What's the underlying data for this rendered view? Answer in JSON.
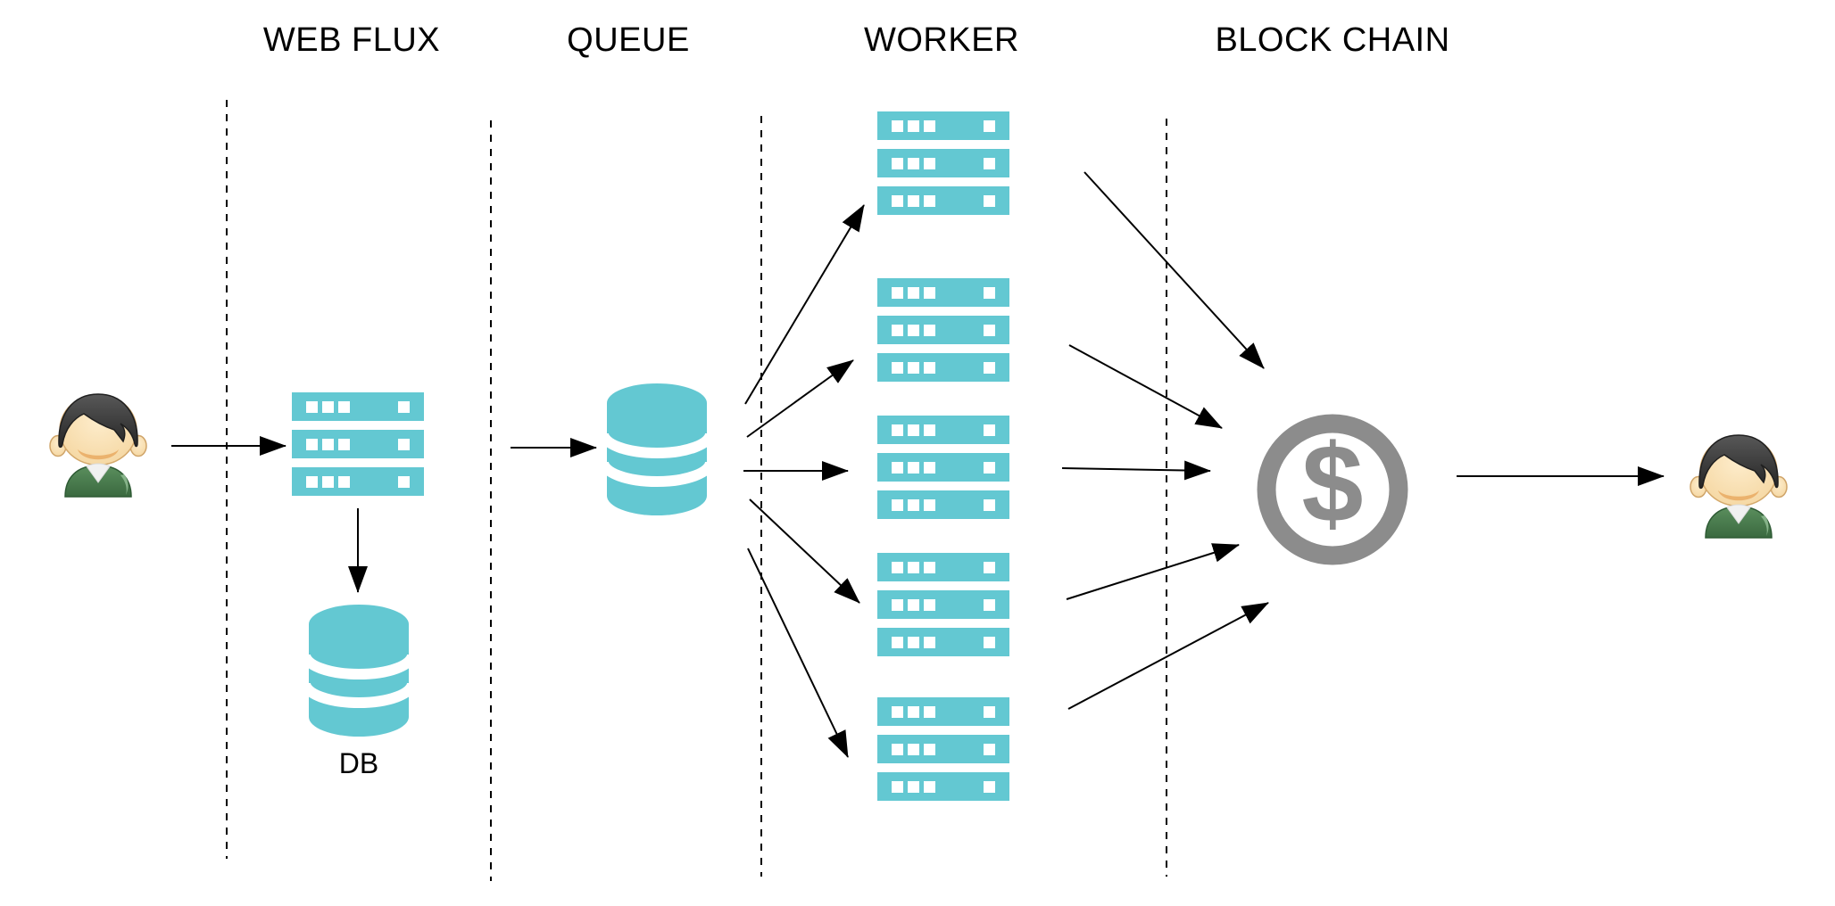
{
  "lanes": [
    {
      "label": "WEB FLUX"
    },
    {
      "label": "QUEUE"
    },
    {
      "label": "WORKER"
    },
    {
      "label": "BLOCK CHAIN"
    }
  ],
  "nodes": {
    "db_label": "DB",
    "blockchain_symbol": "$",
    "worker_stack_count": 5
  },
  "icons": [
    "user-icon",
    "server-stack-icon",
    "database-cylinder-icon",
    "queue-cylinder-icon",
    "dollar-coin-icon",
    "arrow",
    "lane-divider-dashed"
  ],
  "colors": {
    "icon_teal": "#63C8D2",
    "blockchain_gray": "#8C8C8C",
    "arrow_black": "#000000",
    "avatar_green": "#4A7E50",
    "avatar_skin": "#F8DCA8",
    "avatar_hair": "#3D3D3D",
    "background": "#FFFFFF"
  }
}
